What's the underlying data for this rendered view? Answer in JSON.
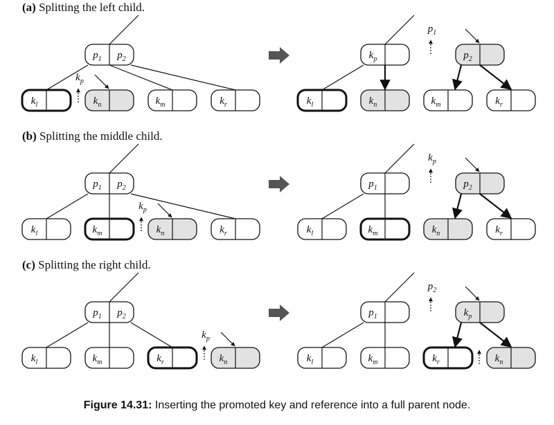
{
  "colors": {
    "ink": "#111111",
    "node_fill": "#ffffff",
    "new_node_fill": "#e2e2e2",
    "arrow": "#555555"
  },
  "caption": {
    "label": "Figure 14.31:",
    "text": "Inserting the promoted key and reference into a full parent node."
  },
  "panels": [
    {
      "tag": "(a)",
      "title": "Splitting the left child.",
      "before": {
        "parent": [
          "p1",
          "p2"
        ],
        "children": [
          "kl",
          "kn",
          "km",
          "kr"
        ],
        "promoted": "kp"
      },
      "after": {
        "left_parent": "kp",
        "right_parent": "p2",
        "promoted": "p1",
        "children": [
          "kl",
          "kn",
          "km",
          "kr"
        ]
      }
    },
    {
      "tag": "(b)",
      "title": "Splitting the middle child.",
      "before": {
        "parent": [
          "p1",
          "p2"
        ],
        "children": [
          "kl",
          "km",
          "kn",
          "kr"
        ],
        "promoted": "kp"
      },
      "after": {
        "left_parent": "p1",
        "right_parent": "p2",
        "promoted": "kp",
        "children": [
          "kl",
          "km",
          "kn",
          "kr"
        ]
      }
    },
    {
      "tag": "(c)",
      "title": "Splitting the right child.",
      "before": {
        "parent": [
          "p1",
          "p2"
        ],
        "children": [
          "kl",
          "km",
          "kr",
          "kn"
        ],
        "promoted": "kp"
      },
      "after": {
        "left_parent": "p1",
        "right_parent": "kp",
        "promoted": "p2",
        "children": [
          "kl",
          "km",
          "kr",
          "kn"
        ]
      }
    }
  ]
}
